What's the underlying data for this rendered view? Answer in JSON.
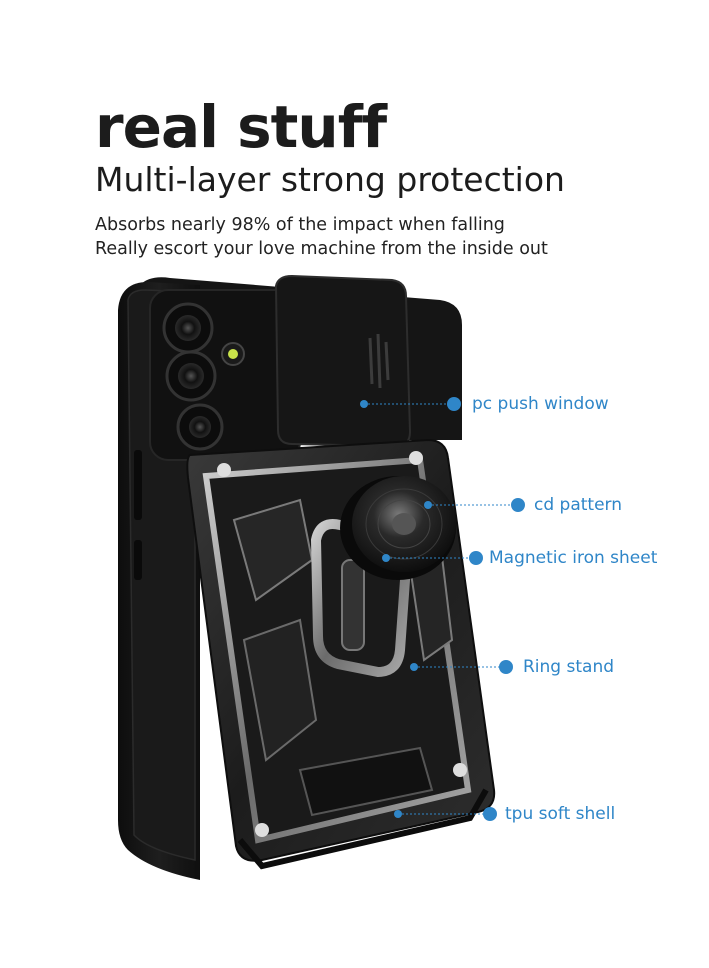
{
  "heading": {
    "title": "real stuff",
    "subtitle": "Multi-layer strong protection",
    "line1": "Absorbs nearly 98% of the impact when falling",
    "line2": "Really escort your love machine from the inside out"
  },
  "callouts": [
    {
      "label": "pc push window"
    },
    {
      "label": "cd pattern"
    },
    {
      "label": "Magnetic iron sheet"
    },
    {
      "label": "Ring stand"
    },
    {
      "label": "tpu soft shell"
    }
  ],
  "colors": {
    "accent": "#2f86c8",
    "case": "#161616",
    "armor": "#2a2a2a",
    "metal": "#8c8c8c"
  }
}
